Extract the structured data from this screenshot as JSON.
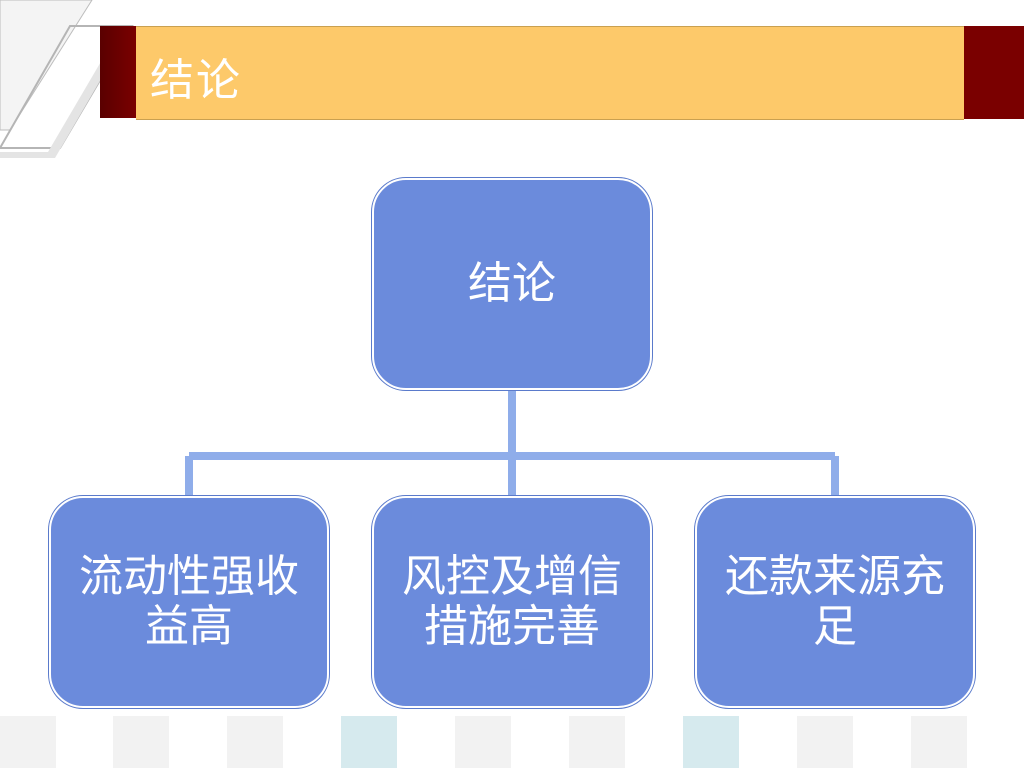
{
  "slide": {
    "title": "结论"
  },
  "diagram": {
    "root": {
      "label": "结论"
    },
    "children": [
      {
        "label": "流动性强收益高"
      },
      {
        "label": "风控及增信措施完善"
      },
      {
        "label": "还款来源充足"
      }
    ]
  },
  "colors": {
    "title_bar": "#fdc96a",
    "title_accent": "#7a0000",
    "node_fill": "#6b8bdc",
    "connector": "#8fadea",
    "footer_square": "#f2f2f2",
    "footer_square_teal": "#d6eaee"
  }
}
